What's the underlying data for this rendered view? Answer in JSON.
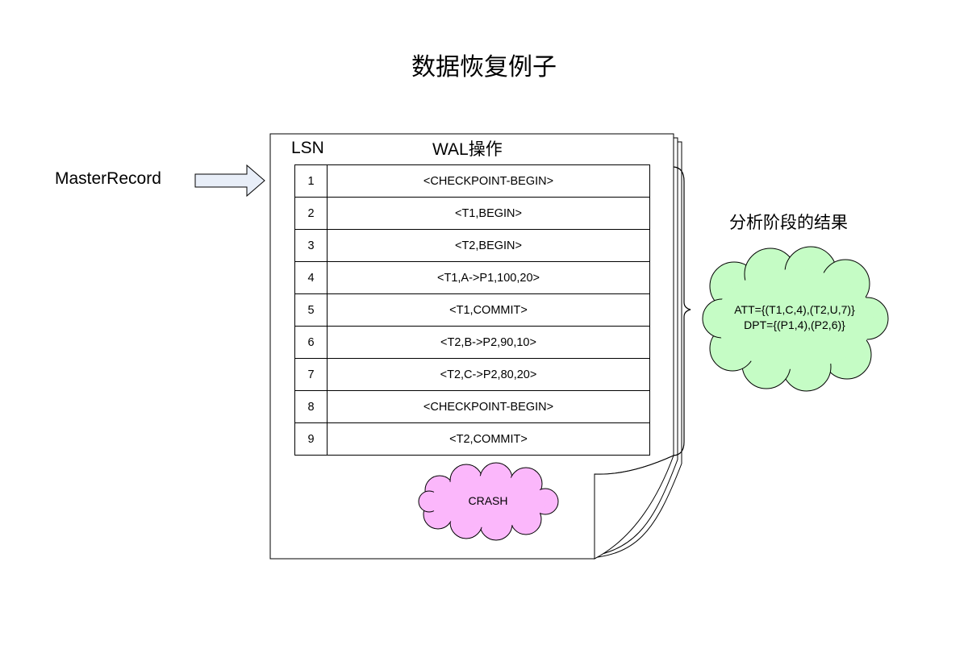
{
  "title": "数据恢复例子",
  "master_record": {
    "label": "MasterRecord",
    "arrow_icon": "right-arrow-icon"
  },
  "wal_document": {
    "lsn_header": "LSN",
    "operation_header": "WAL操作",
    "rows": [
      {
        "lsn": "1",
        "op": "<CHECKPOINT-BEGIN>"
      },
      {
        "lsn": "2",
        "op": "<T1,BEGIN>"
      },
      {
        "lsn": "3",
        "op": "<T2,BEGIN>"
      },
      {
        "lsn": "4",
        "op": "<T1,A->P1,100,20>"
      },
      {
        "lsn": "5",
        "op": "<T1,COMMIT>"
      },
      {
        "lsn": "6",
        "op": "<T2,B->P2,90,10>"
      },
      {
        "lsn": "7",
        "op": "<T2,C->P2,80,20>"
      },
      {
        "lsn": "8",
        "op": "<CHECKPOINT-BEGIN>"
      },
      {
        "lsn": "9",
        "op": "<T2,COMMIT>"
      }
    ]
  },
  "crash": {
    "label": "CRASH",
    "fill_color": "#fbb7fb"
  },
  "analysis": {
    "title": "分析阶段的结果",
    "att": "ATT={(T1,C,4),(T2,U,7)}",
    "dpt": "DPT={(P1,4),(P2,6)}",
    "fill_color": "#c5fcc5"
  }
}
